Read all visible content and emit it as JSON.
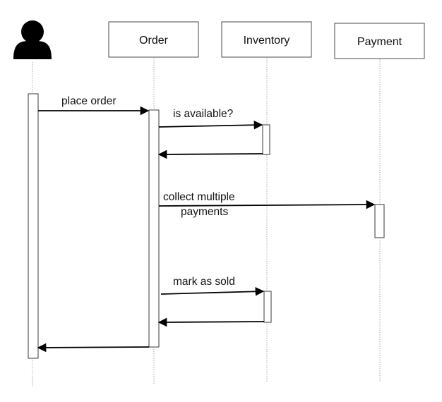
{
  "participants": {
    "actor": {
      "label": "",
      "icon": "user-icon"
    },
    "order": {
      "label": "Order"
    },
    "inventory": {
      "label": "Inventory"
    },
    "payment": {
      "label": "Payment"
    }
  },
  "messages": {
    "place_order": "place order",
    "is_available": "is available?",
    "collect_payments_line1": "collect multiple",
    "collect_payments_line2": "payments",
    "mark_as_sold": "mark as sold"
  },
  "colors": {
    "line": "#000000",
    "box_border": "#4a4a4a",
    "lifeline": "#9a9a9a"
  }
}
